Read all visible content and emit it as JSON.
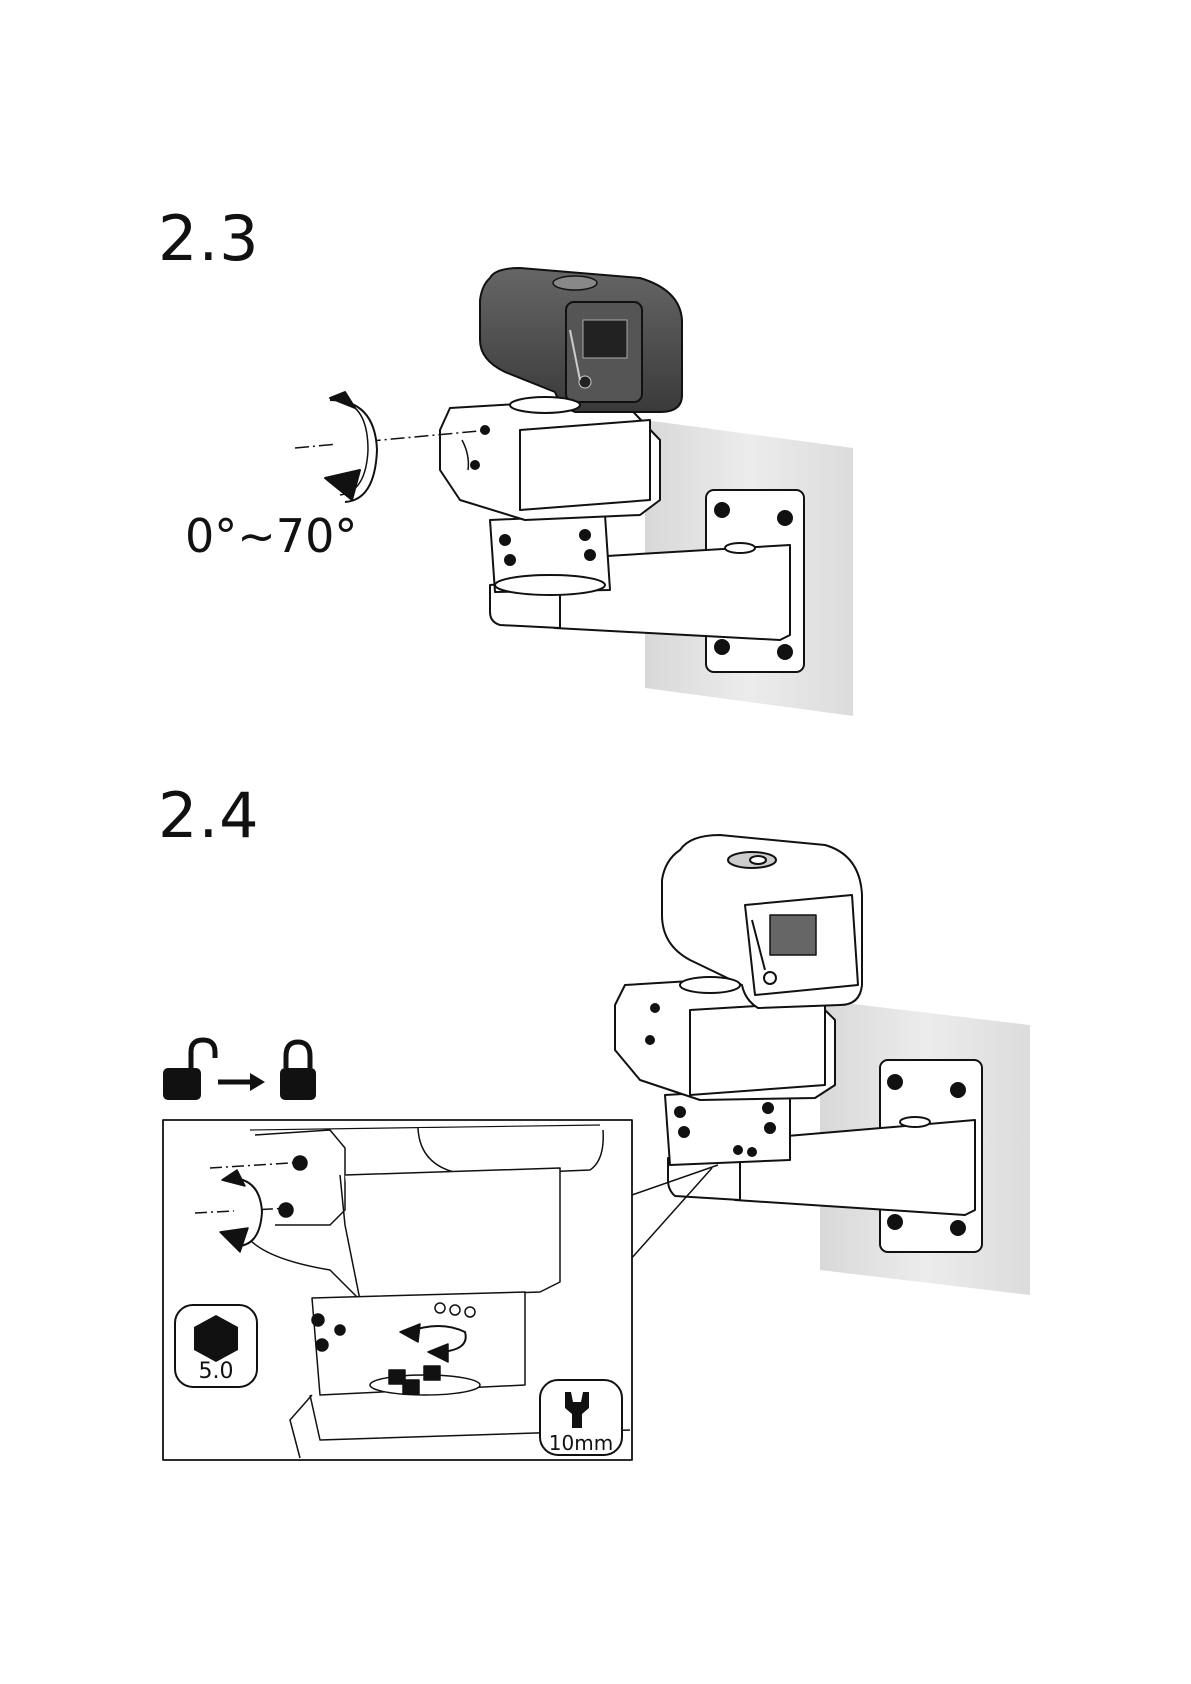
{
  "steps": [
    {
      "number": "2.3",
      "angle_label": "0°~70°"
    },
    {
      "number": "2.4",
      "hex_key_label": "5.0",
      "wrench_label": "10mm"
    }
  ],
  "icons": [
    "rotate-arrow-icon",
    "unlock-icon",
    "arrow-right-icon",
    "lock-icon",
    "hex-key-icon",
    "wrench-icon"
  ],
  "colors": {
    "line": "#111111",
    "camera_dark": "#4a4a4a",
    "wall": "#e4e4e4"
  }
}
